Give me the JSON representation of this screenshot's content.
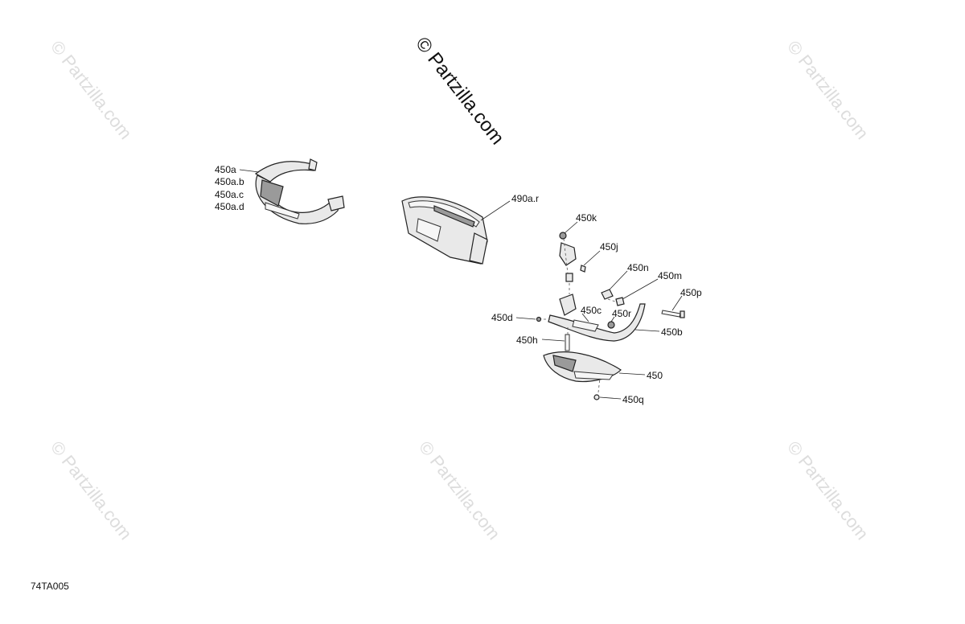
{
  "watermarks": {
    "main": "© Partzilla.com",
    "faint": "© Partzilla.com"
  },
  "callouts": {
    "c450a": "450a",
    "c450ab": "450a.b",
    "c450ac": "450a.c",
    "c450ad": "450a.d",
    "c490ar": "490a.r",
    "c450k": "450k",
    "c450j": "450j",
    "c450n": "450n",
    "c450m": "450m",
    "c450p": "450p",
    "c450c": "450c",
    "c450r": "450r",
    "c450d": "450d",
    "c450b": "450b",
    "c450h": "450h",
    "c450": "450",
    "c450q": "450q"
  },
  "diagram_code": "74TA005",
  "colors": {
    "line": "#222222",
    "watermark_faint": "#dddddd"
  }
}
